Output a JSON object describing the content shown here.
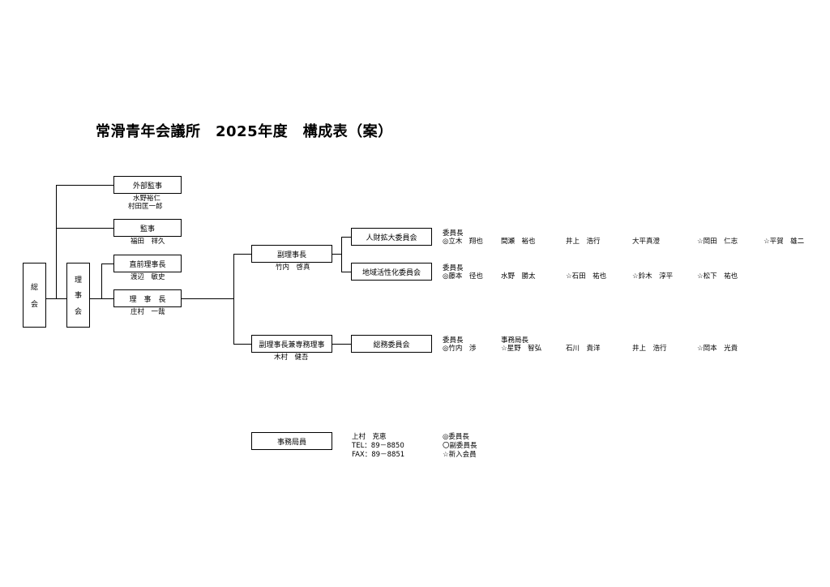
{
  "title": "常滑青年会議所　2025年度　構成表（案）",
  "general_assembly": [
    "総",
    "会"
  ],
  "board": [
    "理",
    "事",
    "会"
  ],
  "external_auditor": {
    "label": "外部監事",
    "names": [
      "水野裕仁",
      "村田匡一郎"
    ]
  },
  "auditor": {
    "label": "監事",
    "names": [
      "福田　祥久"
    ]
  },
  "past_president": {
    "label": "直前理事長",
    "names": [
      "渡辺　敏史"
    ]
  },
  "president": {
    "label": "理　事　長",
    "names": [
      "庄村　一哉"
    ]
  },
  "vice_president": {
    "label": "副理事長",
    "names": [
      "竹内　啓真"
    ]
  },
  "vp_exec": {
    "label": "副理事長兼専務理事",
    "names": [
      "木村　健吾"
    ]
  },
  "committees": [
    {
      "label": "人財拡大委員会",
      "role": "委員長",
      "members": [
        "◎立木　翔也",
        "間瀬　裕也",
        "井上　浩行",
        "大平真澄",
        "☆岡田　仁志",
        "☆平賀　雄二"
      ]
    },
    {
      "label": "地域活性化委員会",
      "role": "委員長",
      "members": [
        "◎藤本　径也",
        "水野　勝太",
        "☆石田　祐也",
        "☆鈴木　淳平",
        "☆松下　祐也"
      ]
    },
    {
      "label": "総務委員会",
      "role": "委員長",
      "role2": "事務局長",
      "members": [
        "◎竹内　渉",
        "☆星野　智弘",
        "石川　貴洋",
        "井上　浩行",
        "☆岡本　光貴"
      ]
    }
  ],
  "secretariat": {
    "label": "事務局員",
    "info": [
      "上村　克恵",
      "TEL：89－8850",
      "FAX：89－8851"
    ],
    "legend": [
      "◎委員長",
      "〇副委員長",
      "☆新入会員"
    ]
  }
}
